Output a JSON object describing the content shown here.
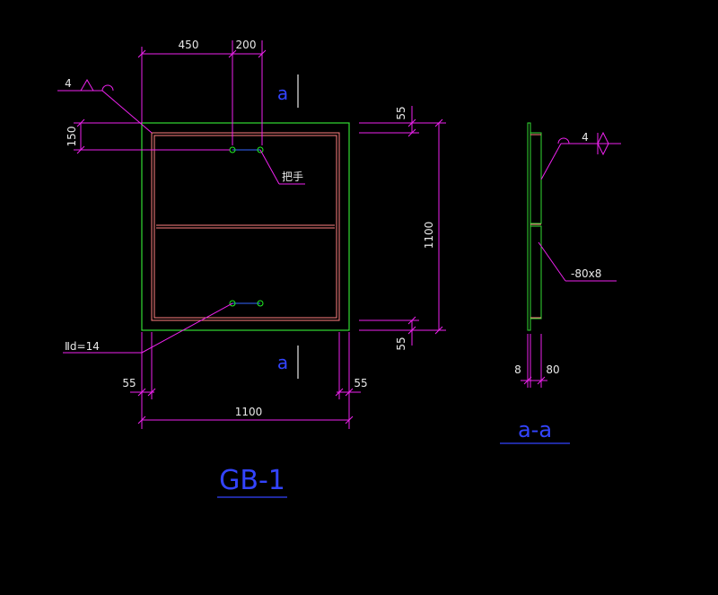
{
  "colors": {
    "background": "#000000",
    "plate": "#33dd33",
    "frame": "#ff8080",
    "dimension": "#ee22ee",
    "annotation": "#e8e8e8",
    "title": "#3344ff",
    "hole": "#22ee22",
    "hole_link": "#3366ff"
  },
  "dimensions": {
    "top_450": "450",
    "top_200": "200",
    "left_150": "150",
    "right_55_top": "55",
    "right_1100": "1100",
    "right_55_bottom": "55",
    "bottom_55_left": "55",
    "bottom_55_right": "55",
    "bottom_1100": "1100"
  },
  "annotations": {
    "weld_size_left": "4",
    "handle_label": "把手",
    "rod_label": "Ⅱd=14",
    "weld_size_right": "4",
    "plate_spec": "-80x8",
    "section_dim_8": "8",
    "section_dim_80": "80"
  },
  "section_marks": {
    "top": "a",
    "bottom": "a",
    "section_title": "a-a"
  },
  "drawing_title": "GB-1"
}
